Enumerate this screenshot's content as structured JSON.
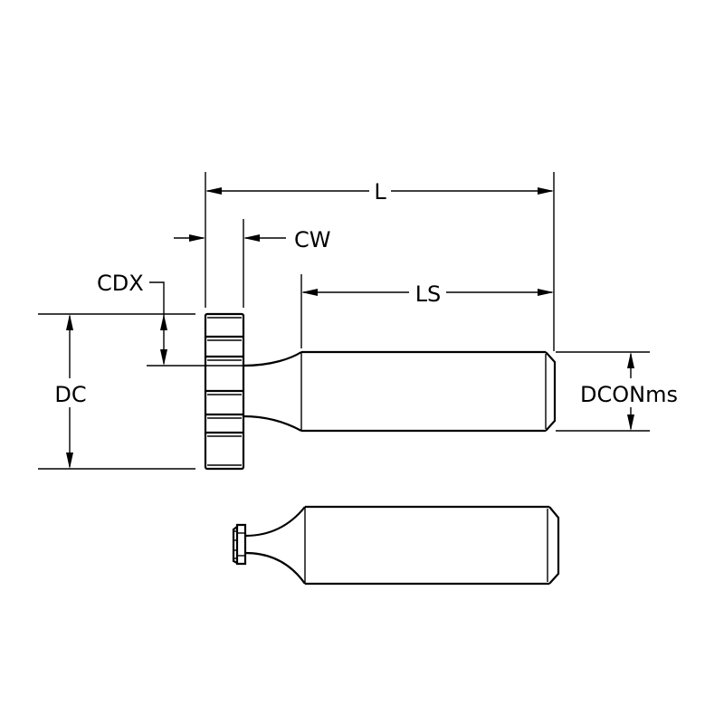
{
  "labels": {
    "L": "L",
    "CW": "CW",
    "CDX": "CDX",
    "LS": "LS",
    "DC": "DC",
    "DCONms": "DCONms"
  }
}
